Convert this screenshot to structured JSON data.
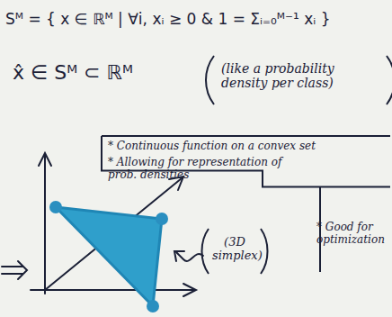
{
  "diagram": {
    "nodes": [
      {
        "text": [
          "* Continuous function on a convex set",
          "* Allowing for representation of prob. densities",
          "* Good for optimization"
        ]
      }
    ],
    "labels": [
      "Sᴹ = { x ∈ ℝᴹ | ∀i, xᵢ ≥ 0 & 1 = Σᵢ₌₀ᴹ⁻¹ xᵢ }",
      "x̂ ∈ Sᴹ ⊂ ℝᴹ",
      "(like a probability density per class)",
      "(3D simplex)"
    ]
  }
}
